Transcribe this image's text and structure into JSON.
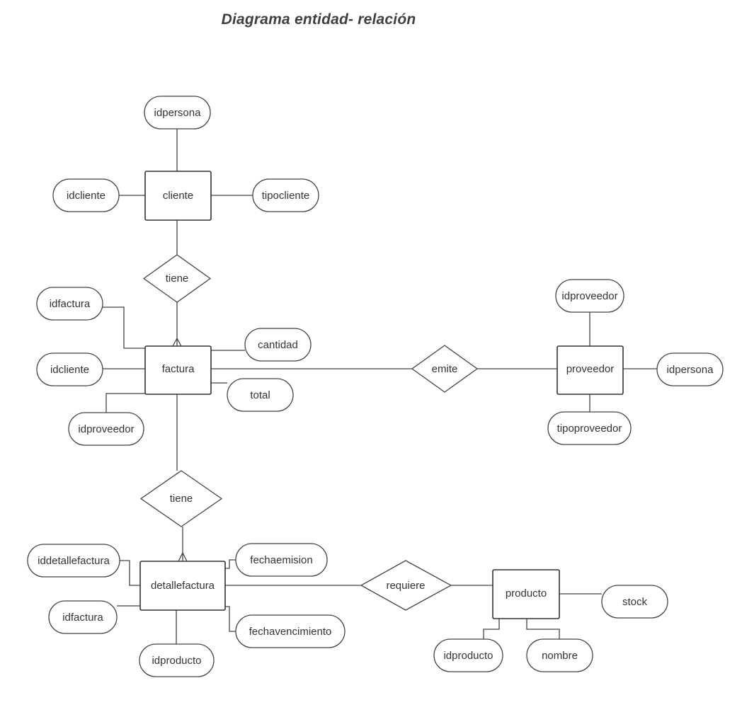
{
  "title": "Diagrama entidad- relación",
  "entities": {
    "cliente": "cliente",
    "factura": "factura",
    "proveedor": "proveedor",
    "detallefactura": "detallefactura",
    "producto": "producto"
  },
  "relationships": {
    "cliente_factura": "tiene",
    "factura_proveedor": "emite",
    "factura_detalle": "tiene",
    "detalle_producto": "requiere"
  },
  "attributes": {
    "cliente": [
      "idpersona",
      "idcliente",
      "tipocliente"
    ],
    "factura": [
      "idfactura",
      "cantidad",
      "idcliente",
      "total",
      "idproveedor"
    ],
    "proveedor": [
      "idproveedor",
      "idpersona",
      "tipoproveedor"
    ],
    "detallefactura": [
      "iddetallefactura",
      "fechaemision",
      "idfactura",
      "fechavencimiento",
      "idproducto"
    ],
    "producto": [
      "stock",
      "idproducto",
      "nombre"
    ]
  }
}
